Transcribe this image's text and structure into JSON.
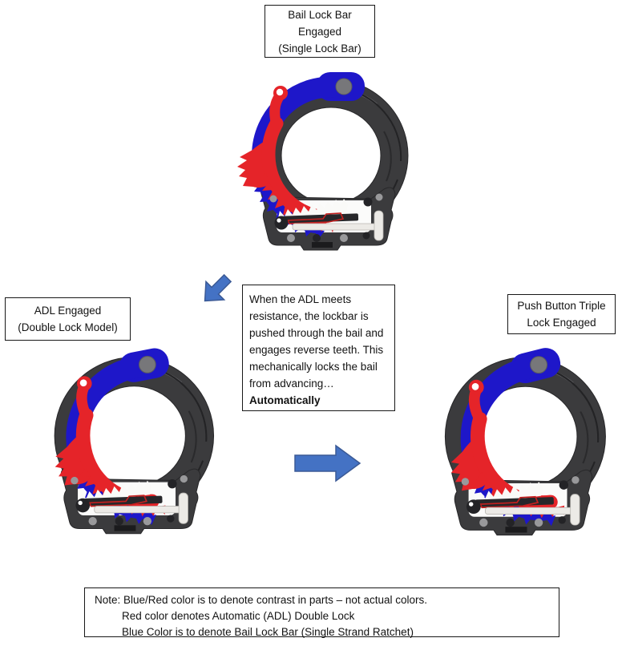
{
  "colors": {
    "bail_blue": "#1e17c9",
    "adl_red": "#e52429",
    "lever_red": "#c4201f",
    "cuff_body": "#3b3b3d",
    "arrow_blue": "#4472c4",
    "arrow_edge": "#3b5a96"
  },
  "boxes": {
    "top": {
      "lines": [
        "Bail Lock Bar",
        "Engaged",
        "(Single Lock Bar)"
      ]
    },
    "left": {
      "lines": [
        "ADL Engaged",
        "(Double Lock Model)"
      ]
    },
    "right": {
      "lines": [
        "Push Button Triple",
        "Lock Engaged"
      ]
    },
    "center": {
      "text": "When the ADL meets resistance, the lockbar is pushed through the bail and engages reverse teeth. This mechanically locks the bail from advancing…",
      "bold_text": "Automatically"
    },
    "note": {
      "lines": [
        "Note: Blue/Red color is to denote contrast in parts – not actual colors.",
        "Red color denotes Automatic (ADL) Double Lock",
        "Blue Color is to denote Bail Lock Bar (Single Strand Ratchet)"
      ]
    }
  }
}
